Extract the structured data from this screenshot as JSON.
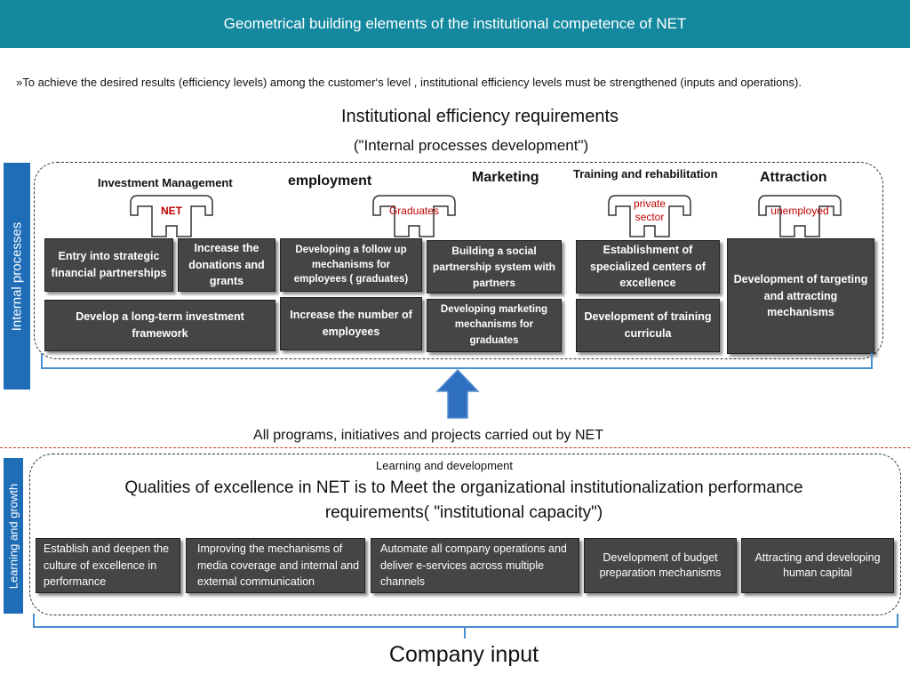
{
  "header": {
    "title": "Geometrical building elements of the institutional competence of NET"
  },
  "intro": "»To achieve the desired results (efficiency levels) among the customer‘s  level , institutional efficiency levels must be strengthened (inputs and operations).",
  "requirements": {
    "title": "Institutional efficiency requirements",
    "subtitle": "(\"Internal processes development\")"
  },
  "internal": {
    "side_label": "Internal processes",
    "categories": [
      {
        "name": "Investment Management",
        "actor": "NET"
      },
      {
        "name": "employment",
        "actor": "Graduates"
      },
      {
        "name": "Marketing"
      },
      {
        "name": "Training and rehabilitation",
        "actor": "private sector"
      },
      {
        "name": "Attraction",
        "actor": "unemployed"
      }
    ],
    "boxes": [
      "Entry into strategic financial partnerships",
      "Increase the donations and grants",
      "Developing a follow up mechanisms for employees ( graduates)",
      "Building a social partnership system with partners",
      "Establishment of specialized centers of excellence",
      "Development of targeting and attracting mechanisms",
      "Develop a long-term investment framework",
      "Increase the number of employees",
      "Developing marketing mechanisms for graduates",
      "Development of training curricula"
    ]
  },
  "programs_label": "All programs, initiatives and projects carried out by NET",
  "learning": {
    "side_label": "Learning and growth",
    "heading": "Learning and development",
    "title_line1": "Qualities of excellence in NET  is to Meet the organizational institutionalization performance",
    "title_line2": "requirements( \"institutional capacity\")",
    "boxes": [
      "Establish and deepen the culture of excellence in performance",
      "Improving the mechanisms of media coverage and internal and external communication",
      "Automate all company operations and deliver e-services across multiple channels",
      "Development of budget preparation mechanisms",
      "Attracting and developing human capital"
    ]
  },
  "company_input": "Company input",
  "colors": {
    "header": "#13889e",
    "side_bar": "#1e6db6",
    "box": "#454545",
    "accent_red": "#c00000",
    "arrow": "#2f6fc0"
  }
}
